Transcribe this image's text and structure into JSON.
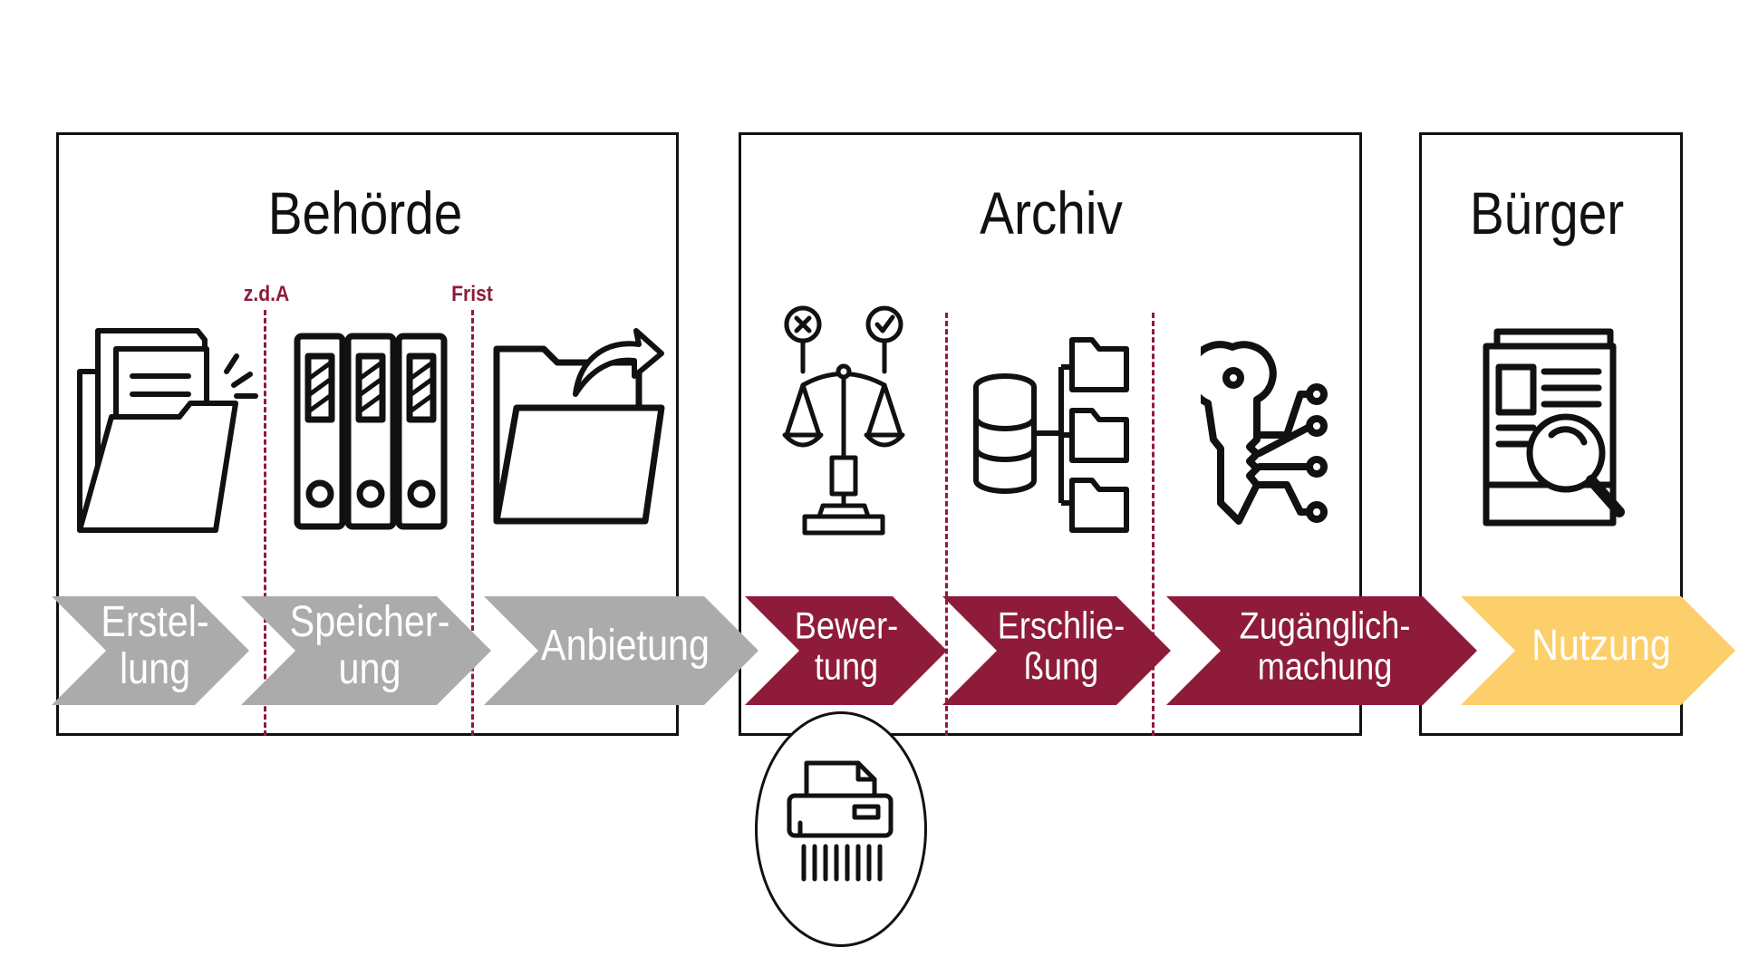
{
  "colors": {
    "gray_step": "#ababab",
    "red_step": "#8e1b3a",
    "yellow_step": "#fdcf6a",
    "divider": "#8e1b3a",
    "frame": "#111111",
    "icon": "#111111"
  },
  "groups": [
    {
      "id": "behoerde",
      "title": "Behörde"
    },
    {
      "id": "archiv",
      "title": "Archiv"
    },
    {
      "id": "buerger",
      "title": "Bürger"
    }
  ],
  "markers": [
    {
      "id": "zda",
      "label": "z.d.A"
    },
    {
      "id": "frist",
      "label": "Frist"
    }
  ],
  "steps": [
    {
      "id": "erstellung",
      "lines": [
        "Erstel-",
        "lung"
      ],
      "color": "#ababab"
    },
    {
      "id": "speicherung",
      "lines": [
        "Speicher-",
        "ung"
      ],
      "color": "#ababab"
    },
    {
      "id": "anbietung",
      "lines": [
        "Anbietung"
      ],
      "color": "#ababab"
    },
    {
      "id": "bewertung",
      "lines": [
        "Bewer-",
        "tung"
      ],
      "color": "#8e1b3a"
    },
    {
      "id": "erschliessung",
      "lines": [
        "Erschlie-",
        "ßung"
      ],
      "color": "#8e1b3a"
    },
    {
      "id": "zugaenglichmachung",
      "lines": [
        "Zugänglich-",
        "machung"
      ],
      "color": "#8e1b3a"
    },
    {
      "id": "nutzung",
      "lines": [
        "Nutzung"
      ],
      "color": "#fdcf6a"
    }
  ],
  "icons": [
    {
      "id": "folder-documents",
      "name": "folder-documents-icon"
    },
    {
      "id": "binders",
      "name": "binders-icon"
    },
    {
      "id": "folder-export",
      "name": "folder-export-icon"
    },
    {
      "id": "scales",
      "name": "scales-judgement-icon"
    },
    {
      "id": "database",
      "name": "database-hierarchy-icon"
    },
    {
      "id": "key",
      "name": "digital-key-icon"
    },
    {
      "id": "search-doc",
      "name": "search-document-icon"
    },
    {
      "id": "shredder",
      "name": "shredder-icon"
    }
  ]
}
